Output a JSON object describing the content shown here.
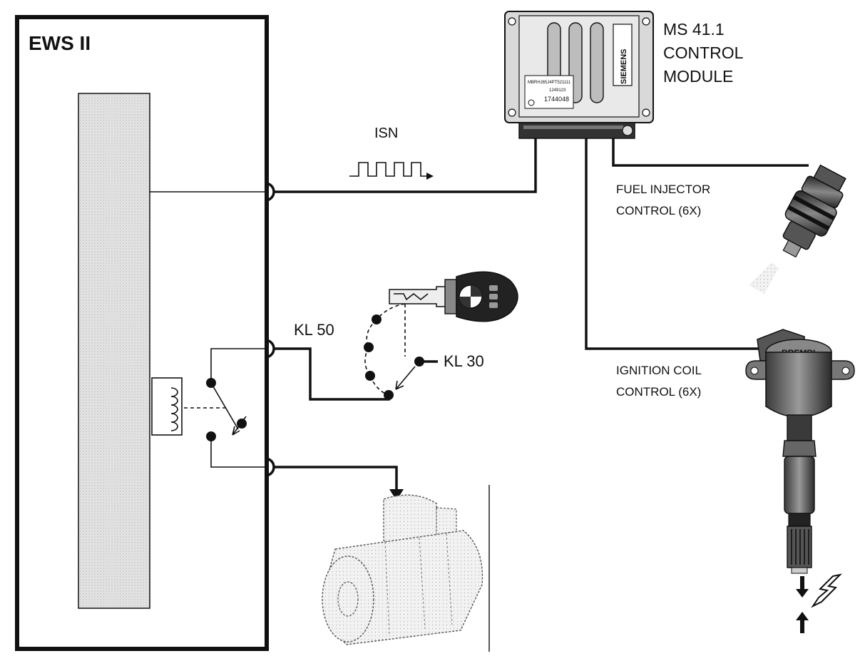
{
  "ews": {
    "title": "EWS II"
  },
  "control_module": {
    "line1": "MS 41.1",
    "line2": "CONTROL",
    "line3": "MODULE",
    "brand": "SIEMENS",
    "part_number": "1744048",
    "label_small_1": "MBRHJ65J4PT521111",
    "label_small_2": "1249123"
  },
  "signals": {
    "isn": "ISN",
    "kl50": "KL 50",
    "kl30": "KL 30"
  },
  "outputs": {
    "fuel_injector_line1": "FUEL INJECTOR",
    "fuel_injector_line2": "CONTROL (6X)",
    "ignition_coil_line1": "IGNITION COIL",
    "ignition_coil_line2": "CONTROL (6X)"
  },
  "coil_brand": "BREMBI"
}
